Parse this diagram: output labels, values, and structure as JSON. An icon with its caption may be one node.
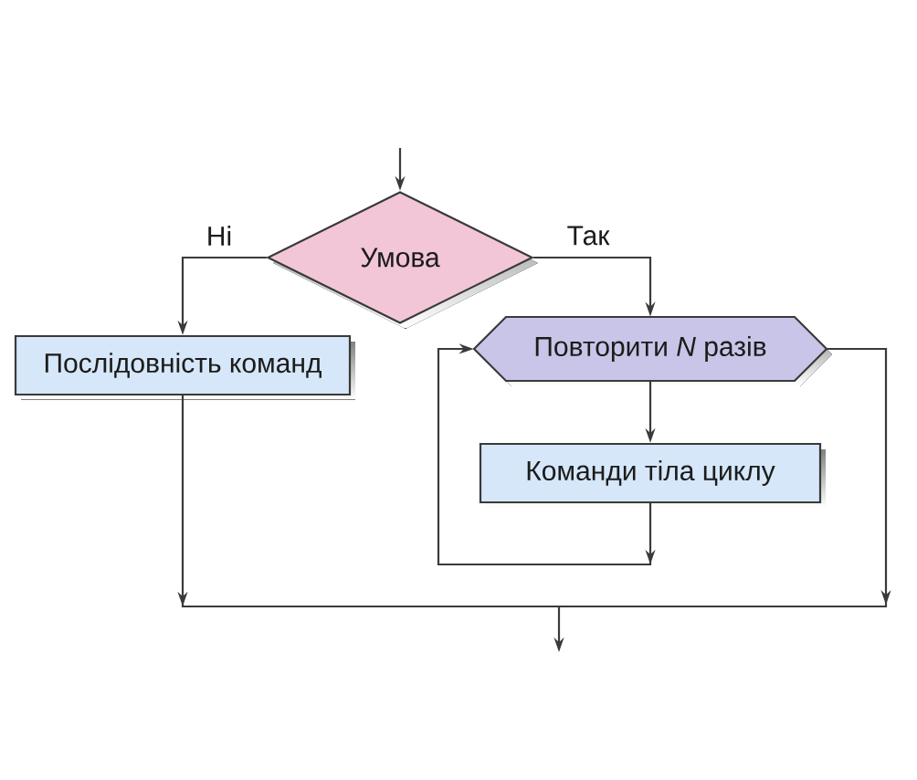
{
  "diagram": {
    "nodes": [
      {
        "text": [
          "Умова"
        ]
      },
      {
        "text": [
          "Послідовність команд"
        ]
      },
      {
        "text": [
          "Повторити *N* разів"
        ]
      },
      {
        "text": [
          "Команди тіла циклу"
        ]
      }
    ],
    "edges": [
      {
        "from": null,
        "to": 0,
        "arrow": "to"
      },
      {
        "from": 0,
        "to": 1,
        "arrow": "to",
        "label": "Ні"
      },
      {
        "from": 0,
        "to": 2,
        "arrow": "to",
        "label": "Так"
      },
      {
        "from": 2,
        "to": 3,
        "arrow": "to"
      },
      {
        "from": 3,
        "to": 2,
        "arrow": "to"
      },
      {
        "from": 1,
        "to": null,
        "arrow": "to"
      },
      {
        "from": 2,
        "to": null,
        "arrow": "to"
      }
    ]
  }
}
